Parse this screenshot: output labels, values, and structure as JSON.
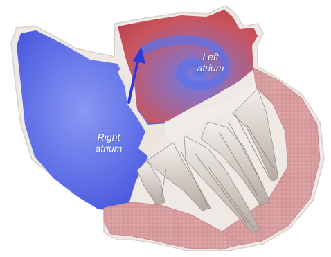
{
  "diagram": {
    "labels": {
      "left_atrium": [
        "Left",
        "atrium"
      ],
      "right_atrium": [
        "Right",
        "atrium"
      ]
    },
    "colors": {
      "right_atrium": "#5a6fe6",
      "left_atrium": "#c9555e",
      "shunt_flow": "#2b39d8",
      "ventricle_muscle": "#dca2a2",
      "valve_leaflets": "#e8e2dc",
      "outline": "#e9e3df"
    },
    "icons": [
      "shunt-arrow"
    ]
  }
}
